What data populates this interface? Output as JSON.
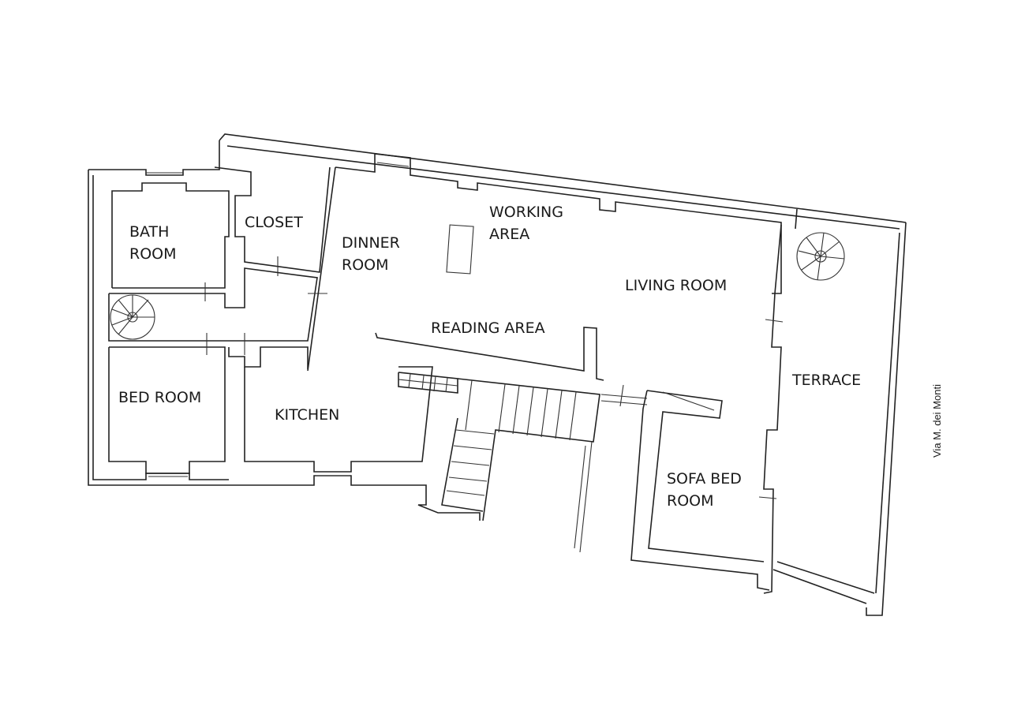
{
  "floorplan": {
    "rooms": {
      "bathroom_line1": "BATH",
      "bathroom_line2": "ROOM",
      "closet": "CLOSET",
      "dinner_line1": "DINNER",
      "dinner_line2": "ROOM",
      "working_line1": "WORKING",
      "working_line2": "AREA",
      "living_room": "LIVING ROOM",
      "reading_area": "READING AREA",
      "terrace": "TERRACE",
      "bedroom": "BED ROOM",
      "kitchen": "KITCHEN",
      "sofa_line1": "SOFA BED",
      "sofa_line2": "ROOM"
    },
    "street_name": "Via M. dei Monti",
    "colors": {
      "line": "#222222",
      "background": "#ffffff"
    }
  }
}
